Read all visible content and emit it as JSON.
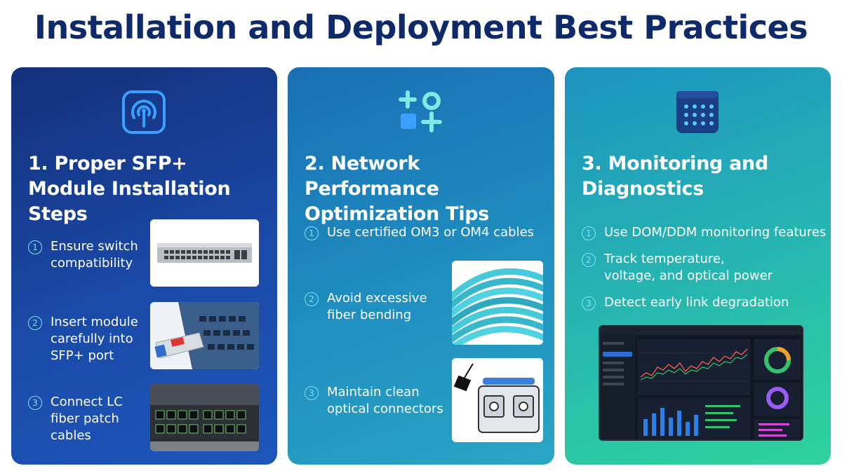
{
  "page": {
    "title": "Installation and Deployment Best Practices"
  },
  "cards": [
    {
      "heading": "1. Proper SFP+ Module Installation Steps",
      "icon": "wireless-signal-icon",
      "steps": [
        {
          "num": "1",
          "text": "Ensure switch compatibility"
        },
        {
          "num": "2",
          "text": "Insert module carefully into SFP+ port"
        },
        {
          "num": "3",
          "text": "Connect LC fiber patch cables"
        }
      ]
    },
    {
      "heading": "2. Network Performance Optimization Tips",
      "icon": "shapes-plus-icon",
      "steps": [
        {
          "num": "1",
          "text": "Use certified OM3 or OM4 cables"
        },
        {
          "num": "2",
          "text": "Avoid excessive fiber bending"
        },
        {
          "num": "3",
          "text": "Maintain clean optical connectors"
        }
      ]
    },
    {
      "heading": "3. Monitoring and Diagnostics",
      "icon": "dot-grid-icon",
      "steps": [
        {
          "num": "1",
          "text": "Use DOM/DDM monitoring features"
        },
        {
          "num": "2",
          "text": "Track temperature, voltage, and optical power"
        },
        {
          "num": "3",
          "text": "Detect early link degradation"
        }
      ]
    }
  ],
  "colors": {
    "title": "#0f2a6b",
    "accent": "#7fe0ff"
  }
}
